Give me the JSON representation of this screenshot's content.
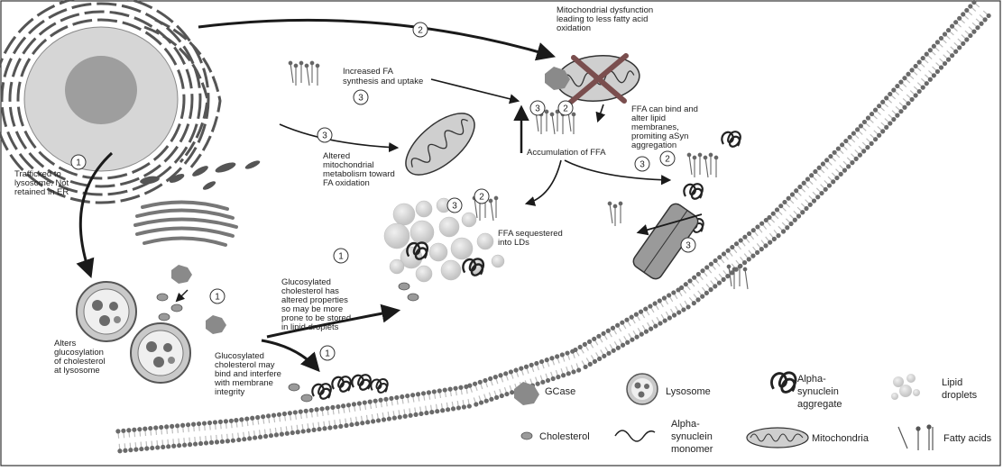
{
  "labels": {
    "mito_dysfunction": [
      "Mitochondrial dysfunction",
      "leading to less fatty acid",
      "oxidation"
    ],
    "increased_fa": [
      "Increased FA",
      "synthesis and uptake"
    ],
    "ffa_bind": [
      "FFA can bind and",
      "alter lipid",
      "membranes,",
      "promiting aSyn",
      "aggregation"
    ],
    "accumulation": [
      "Accumulation of FFA"
    ],
    "altered_mito": [
      "Altered",
      "mitochondrial",
      "metabolism toward",
      "FA oxidation"
    ],
    "trafficked": [
      "Trafficked to",
      "lysosome. Not",
      "retained in ER"
    ],
    "ffa_sequestered": [
      "FFA sequestered",
      "into LDs"
    ],
    "gluco_cholesterol_props": [
      "Glucosylated",
      "cholesterol has",
      "altered properties",
      "so may be more",
      "prone to be stored",
      "in lipid droplets"
    ],
    "alters_gluco": [
      "Alters",
      "glucosylation",
      "of cholesterol",
      "at lysosome"
    ],
    "gluco_bind": [
      "Glucosylated",
      "cholesterol may",
      "bind and interfere",
      "with membrane",
      "integrity"
    ]
  },
  "step_numbers": [
    "1",
    "2",
    "3"
  ],
  "legend": {
    "gcase": "GCase",
    "lysosome": "Lysosome",
    "alpha_syn_aggregate": [
      "Alpha-",
      "synuclein",
      "aggregate"
    ],
    "lipid_droplets": [
      "Lipid",
      "droplets"
    ],
    "cholesterol": "Cholesterol",
    "alpha_syn_monomer": [
      "Alpha-",
      "synuclein",
      "monomer"
    ],
    "mitochondria": "Mitochondria",
    "fatty_acids": "Fatty acids"
  },
  "colors": {
    "cell_body": "#dcdcdc",
    "nucleus": "#a8a8a8",
    "membrane_head": "#6a6a6a",
    "membrane_tail": "#bdbdbd",
    "mito_body": "#bcbcbc",
    "cross": "#7a4e4e",
    "arrow": "#1a1a1a",
    "lipid_droplet": "#d6d6d6",
    "lysosome": "#b8b8b8"
  }
}
